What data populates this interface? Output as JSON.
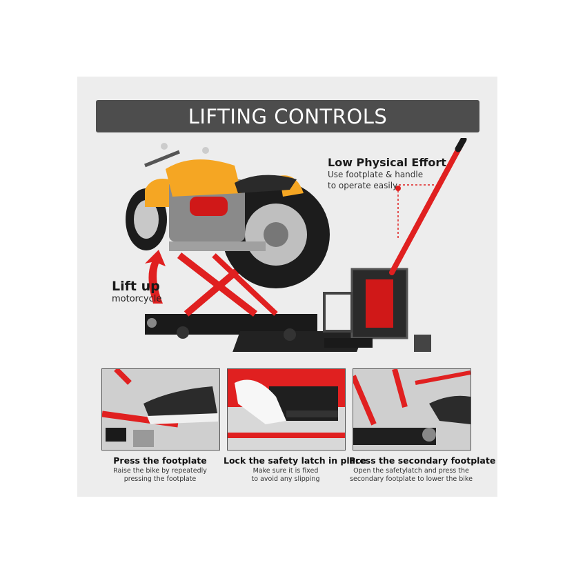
{
  "title": "LIFTING CONTROLS",
  "callout_effort": {
    "heading": "Low Physical Effort",
    "line1": "Use footplate & handle",
    "line2": "to operate easily"
  },
  "callout_lift": {
    "heading": "Lift up",
    "sub": "motorcycle"
  },
  "steps": [
    {
      "title": "Press the footplate",
      "line1": "Raise the bike by repeatedly",
      "line2": "pressing the footplate"
    },
    {
      "title": "Lock the safety latch in place",
      "line1": "Make sure it is fixed",
      "line2": "to avoid any slipping"
    },
    {
      "title": "Press the secondary footplate",
      "line1": "Open the safetylatch and press the",
      "line2": "secondary footplate to lower the bike"
    }
  ],
  "colors": {
    "panel": "#ededed",
    "title_bar": "#4d4d4d",
    "jack_red": "#e02020",
    "tank_orange": "#f5a623",
    "dark": "#1a1a1a"
  }
}
